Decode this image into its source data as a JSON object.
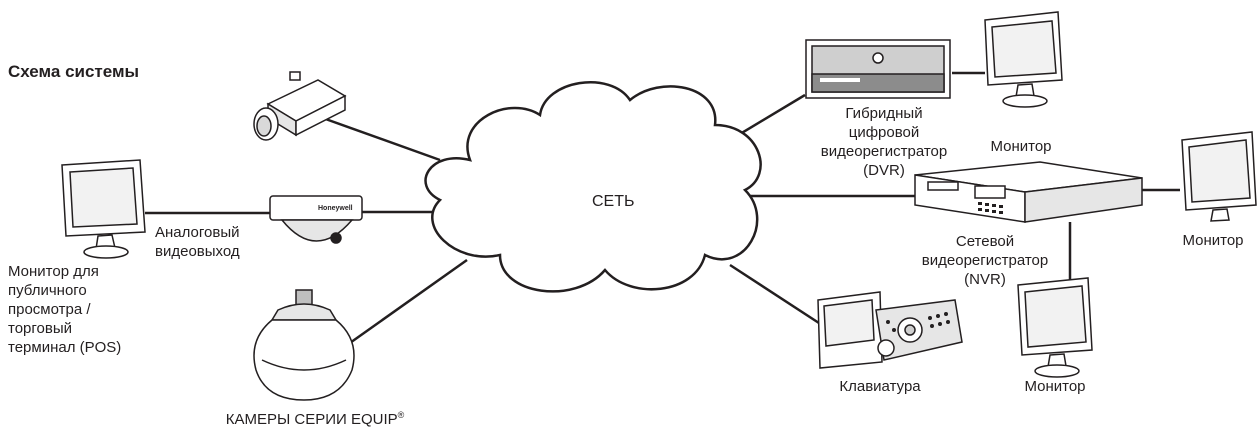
{
  "title": "Схема системы",
  "network_label": "СЕТЬ",
  "labels": {
    "hybrid_dvr": [
      "Гибридный",
      "цифровой",
      "видеорегистратор",
      "(DVR)"
    ],
    "monitor_top": "Монитор",
    "nvr": [
      "Сетевой",
      "видеорегистратор",
      "(NVR)"
    ],
    "monitor_right": "Монитор",
    "monitor_bottom": "Монитор",
    "keyboard": "Клавиатура",
    "analog_out": [
      "Аналоговый",
      "видеовыход"
    ],
    "public_monitor": [
      "Монитор для",
      "публичного",
      "просмотра /",
      "торговый",
      "терминал (POS)"
    ],
    "equip_cameras": "КАМЕРЫ СЕРИИ EQUIP",
    "equip_mark": "®"
  },
  "dome_brand": "Honeywell"
}
